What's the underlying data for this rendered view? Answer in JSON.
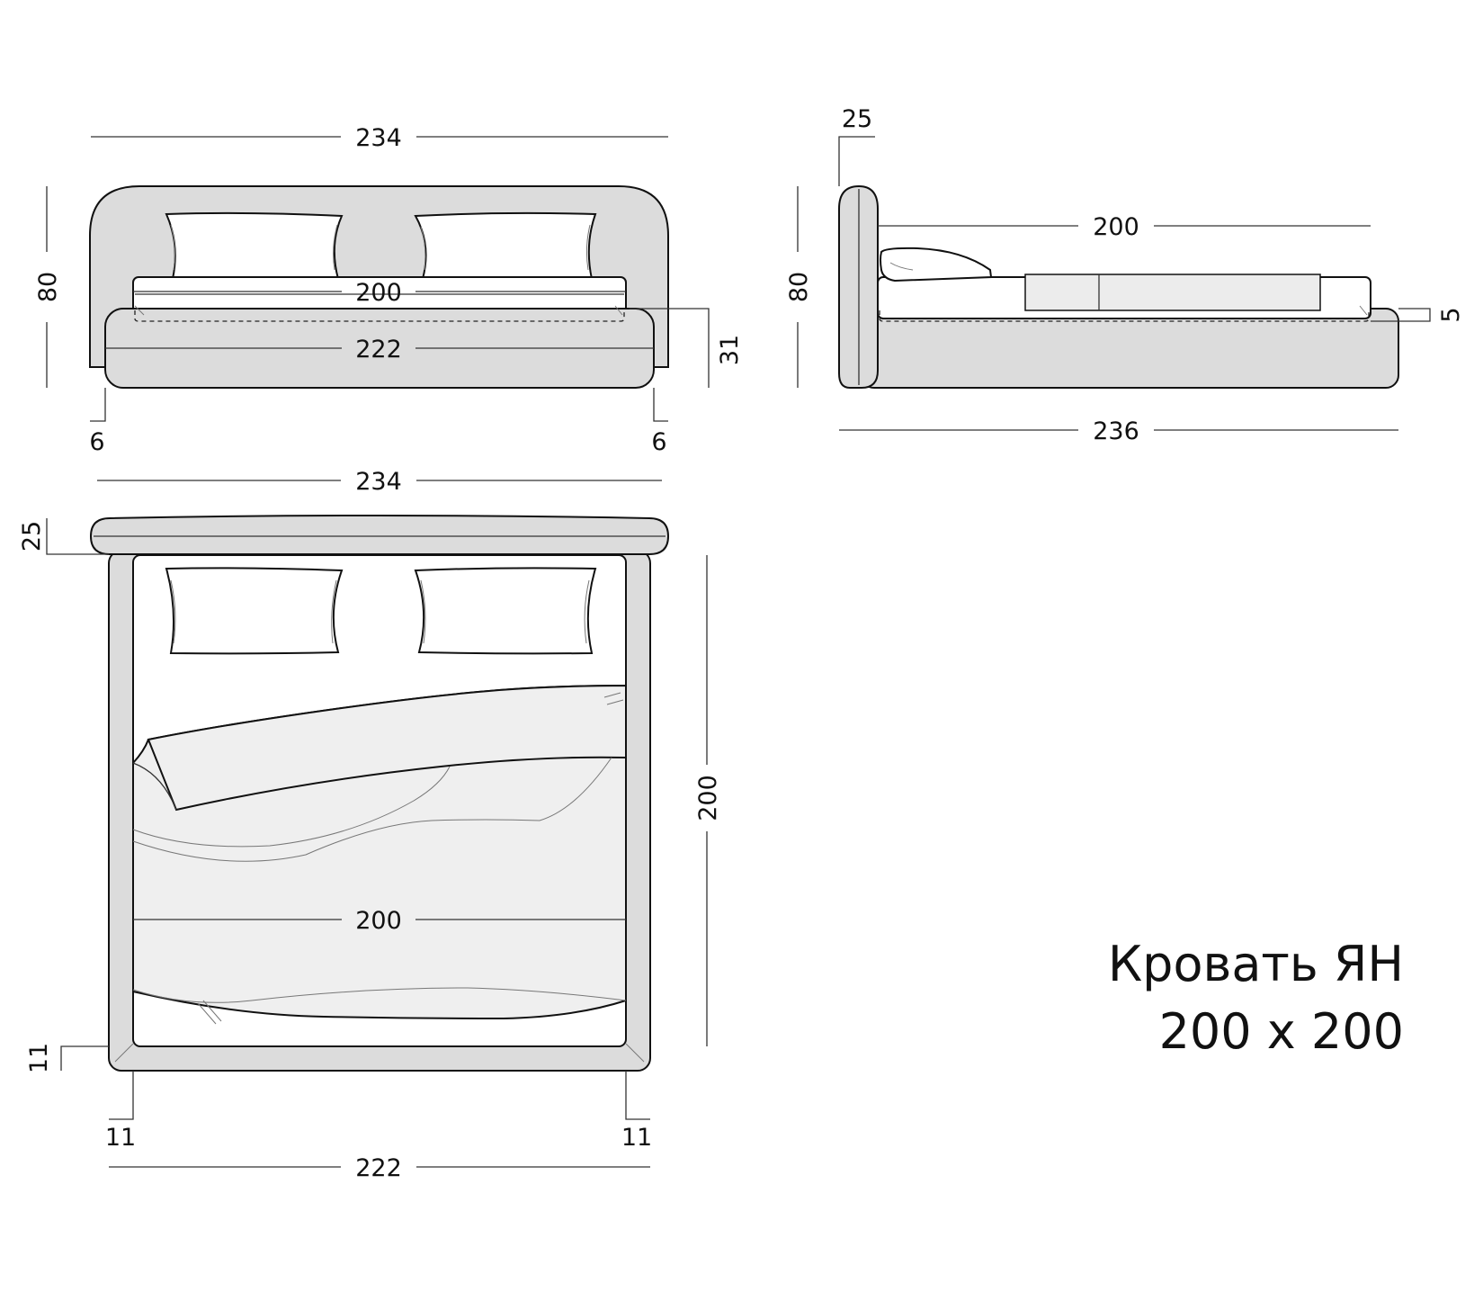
{
  "title": {
    "name": "Кровать ЯН",
    "size": "200 x 200"
  },
  "front_view": {
    "overall_width": "234",
    "height": "80",
    "mattress_width": "200",
    "base_width": "222",
    "base_height": "31",
    "left_offset": "6",
    "right_offset": "6"
  },
  "side_view": {
    "headboard_depth": "25",
    "height": "80",
    "mattress_length": "200",
    "mattress_gap": "5",
    "overall_length": "236"
  },
  "top_view": {
    "overall_width": "234",
    "headboard_depth": "25",
    "mattress_length": "200",
    "mattress_width": "200",
    "frame_foot": "11",
    "frame_left": "11",
    "frame_right": "11",
    "base_width": "222"
  },
  "colors": {
    "frame_fill": "#dcdcdc",
    "blanket_fill": "#efefef",
    "line": "#111111"
  }
}
